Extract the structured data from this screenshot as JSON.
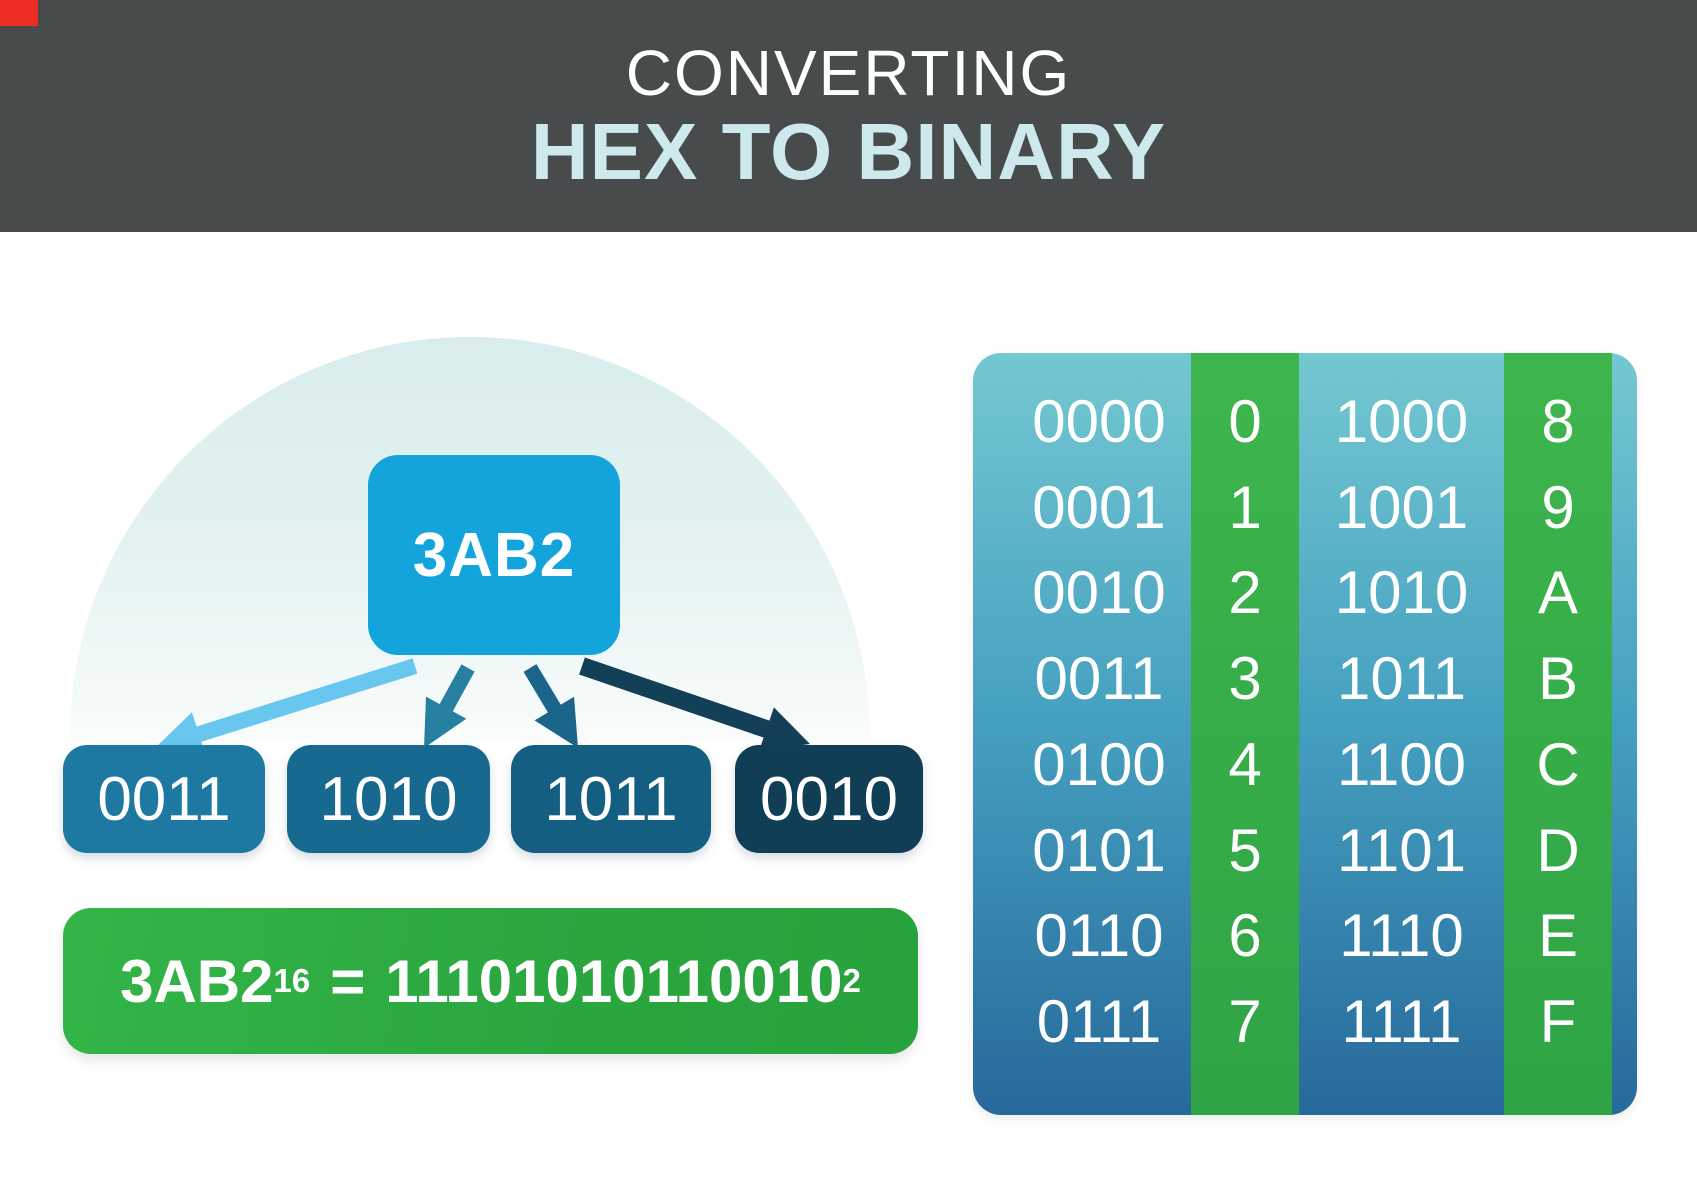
{
  "header": {
    "line1": "CONVERTING",
    "line2": "HEX TO BINARY"
  },
  "diagram": {
    "hex_value": "3AB2",
    "nibbles": [
      "0011",
      "1010",
      "1011",
      "0010"
    ],
    "equation": {
      "lhs": "3AB2",
      "lhs_subscript": "16",
      "equals_sign": "=",
      "rhs": "11101010110010",
      "rhs_subscript": "2"
    }
  },
  "lookup_table": {
    "rows": [
      [
        "0000",
        "0",
        "1000",
        "8"
      ],
      [
        "0001",
        "1",
        "1001",
        "9"
      ],
      [
        "0010",
        "2",
        "1010",
        "A"
      ],
      [
        "0011",
        "3",
        "1011",
        "B"
      ],
      [
        "0100",
        "4",
        "1100",
        "C"
      ],
      [
        "0101",
        "5",
        "1101",
        "D"
      ],
      [
        "0110",
        "6",
        "1110",
        "E"
      ],
      [
        "0111",
        "7",
        "1111",
        "F"
      ]
    ]
  },
  "colors": {
    "header_bg": "#474b4b",
    "title_color": "#ffffff",
    "subtitle_color": "#cde9ec",
    "hex_box_blue": "#14a4dc",
    "nibble_boxes": [
      "#1d79a2",
      "#17698f",
      "#145e81",
      "#103e55"
    ],
    "arrows": [
      "#68c6ef",
      "#27809f",
      "#1a6589",
      "#133f57"
    ],
    "equation_green_left": "#33b548",
    "equation_green_right": "#28a23c",
    "table_gradient_top": "#74c8d1",
    "table_gradient_bottom": "#26699b",
    "stripe_green": "#38b04a",
    "corner_mark_red": "#ee2e24"
  }
}
